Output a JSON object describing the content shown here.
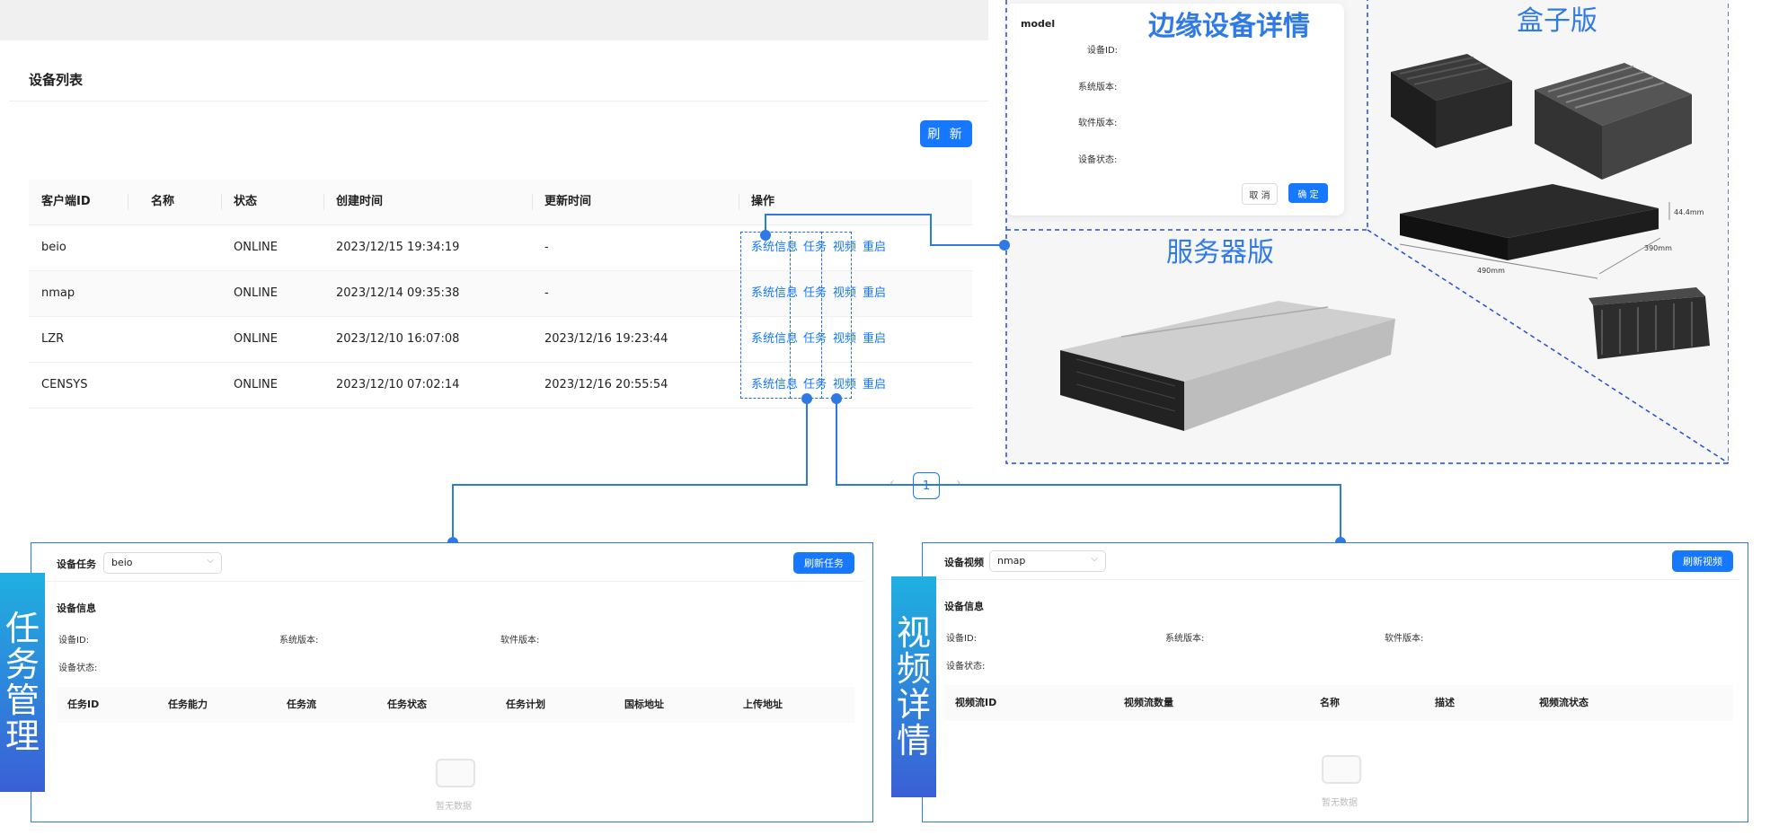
{
  "list": {
    "title": "设备列表",
    "refresh": "刷 新",
    "columns": [
      "客户端ID",
      "名称",
      "状态",
      "创建时间",
      "更新时间",
      "操作"
    ],
    "rows": [
      {
        "id": "beio",
        "name": "",
        "status": "ONLINE",
        "created": "2023/12/15 19:34:19",
        "updated": "-"
      },
      {
        "id": "nmap",
        "name": "",
        "status": "ONLINE",
        "created": "2023/12/14 09:35:38",
        "updated": "-"
      },
      {
        "id": "LZR",
        "name": "",
        "status": "ONLINE",
        "created": "2023/12/10 16:07:08",
        "updated": "2023/12/16 19:23:44"
      },
      {
        "id": "CENSYS",
        "name": "",
        "status": "ONLINE",
        "created": "2023/12/10 07:02:14",
        "updated": "2023/12/16 20:55:54"
      }
    ],
    "actions": [
      "系统信息",
      "任务",
      "视频",
      "重启"
    ],
    "pager": {
      "prev": "‹",
      "current": "1",
      "next": "›"
    }
  },
  "edge": {
    "heading": "边缘设备详情",
    "modal": {
      "title": "model",
      "fields": [
        "设备ID:",
        "系统版本:",
        "软件版本:",
        "设备状态:"
      ],
      "cancel": "取 消",
      "ok": "确 定"
    },
    "box_heading": "盒子版",
    "server_heading": "服务器版",
    "dims": {
      "height": "44.4mm",
      "depth": "390mm",
      "width": "490mm"
    }
  },
  "task": {
    "side_label": "任务管理",
    "select_label": "设备任务",
    "select_value": "beio",
    "refresh": "刷新任务",
    "info_title": "设备信息",
    "fields": [
      "设备ID:",
      "系统版本:",
      "软件版本:",
      "设备状态:"
    ],
    "columns": [
      "任务ID",
      "任务能力",
      "任务流",
      "任务状态",
      "任务计划",
      "国标地址",
      "上传地址"
    ],
    "empty": "暂无数据"
  },
  "video": {
    "side_label": "视频详情",
    "select_label": "设备视频",
    "select_value": "nmap",
    "refresh": "刷新视频",
    "info_title": "设备信息",
    "fields": [
      "设备ID:",
      "系统版本:",
      "软件版本:",
      "设备状态:"
    ],
    "columns": [
      "视频流ID",
      "视频流数量",
      "名称",
      "描述",
      "视频流状态"
    ],
    "empty": "暂无数据"
  },
  "colors": {
    "accent": "#1677ff",
    "connector": "#2e79e4",
    "heading": "#2f7ae5"
  }
}
